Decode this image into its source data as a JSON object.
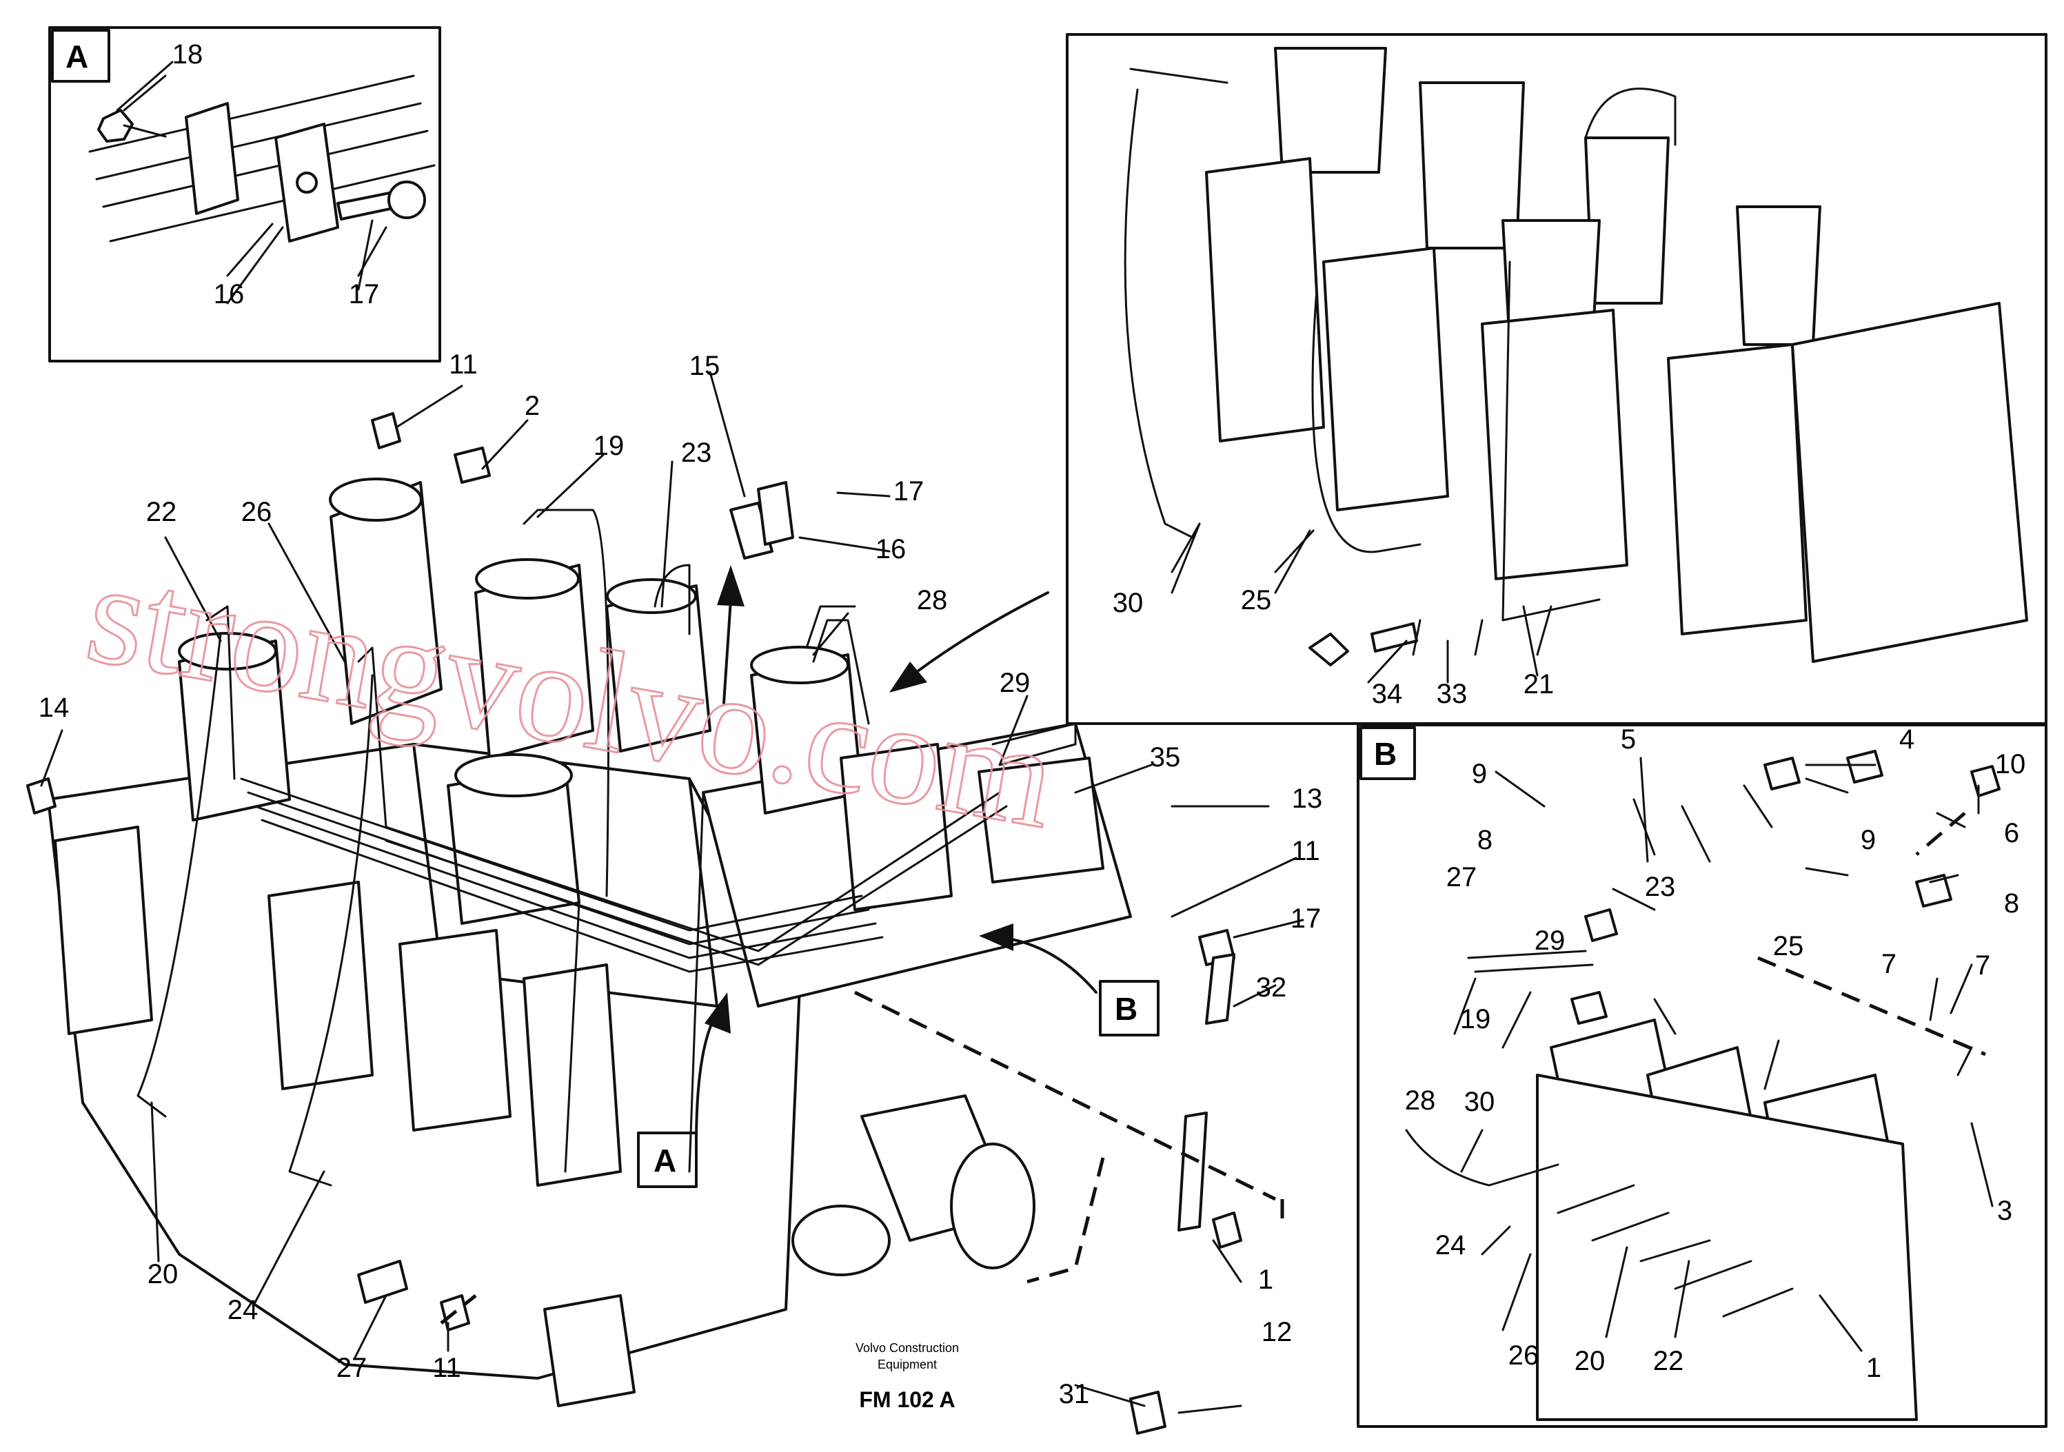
{
  "callouts": [
    "18",
    "16",
    "17",
    "11",
    "2",
    "19",
    "23",
    "15",
    "17",
    "16",
    "28",
    "22",
    "26",
    "14",
    "29",
    "35",
    "13",
    "11",
    "17",
    "32",
    "20",
    "24",
    "27",
    "11",
    "31",
    "12",
    "1",
    "30",
    "25",
    "34",
    "33",
    "21",
    "5",
    "4",
    "9",
    "10",
    "8",
    "6",
    "27",
    "29",
    "23",
    "25",
    "9",
    "8",
    "7",
    "7",
    "19",
    "28",
    "30",
    "24",
    "26",
    "20",
    "22",
    "1",
    "3"
  ],
  "detail_labels": {
    "a_inset": "A",
    "b_inset": "B",
    "b_marker": "B",
    "a_marker": "A"
  },
  "footer": {
    "line1": "Volvo Construction",
    "line2": "Equipment",
    "code": "FM 102 A"
  },
  "watermark": "strongvolvo.com"
}
